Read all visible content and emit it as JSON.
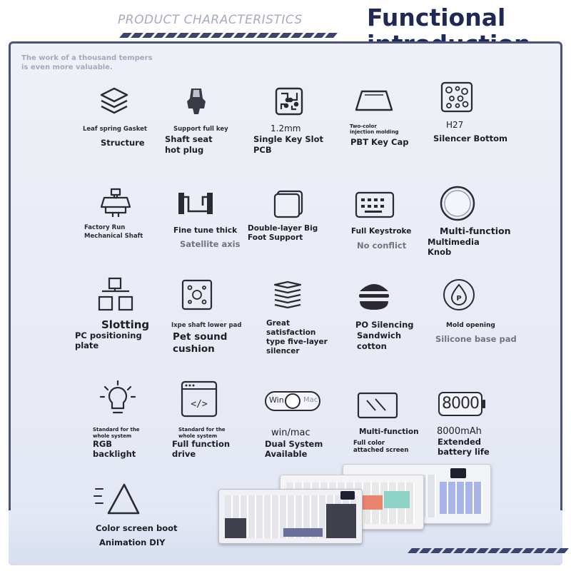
{
  "header": {
    "product_characteristics": "PRODUCT CHARACTERISTICS",
    "title_line1": "Functional",
    "title_line2": "introduction",
    "tagline_line1": "The work of a thousand tempers",
    "tagline_line2": "is even more valuable."
  },
  "features": {
    "leaf_spring": {
      "small": "Leaf spring Gasket",
      "main": "Structure",
      "icon": "layers-icon"
    },
    "hot_plug": {
      "small": "Support full key",
      "line1": "Shaft seat",
      "line2": "hot plug",
      "icon": "switch-pin-icon"
    },
    "pcb": {
      "top": "1.2mm",
      "line1": "Single Key Slot",
      "line2": "PCB",
      "icon": "circuit-icon"
    },
    "pbt": {
      "small1": "Two-color",
      "small2": "injection molding",
      "main": "PBT Key Cap",
      "icon": "keycap-icon"
    },
    "silencer": {
      "top": "H27",
      "main": "Silencer Bottom",
      "icon": "dots-pad-icon"
    },
    "mech_shaft": {
      "line1": "Factory Run",
      "line2": "Mechanical Shaft",
      "icon": "mechanical-switch-icon"
    },
    "satellite": {
      "line1": "Fine tune thick",
      "line2": "Satellite axis",
      "icon": "stabilizer-icon"
    },
    "foot": {
      "line1": "Double-layer Big",
      "line2": "Foot Support",
      "icon": "foot-support-icon"
    },
    "keystroke": {
      "line1": "Full Keystroke",
      "line2": "No conflict",
      "icon": "keyboard-icon"
    },
    "knob": {
      "line1": "Multi-function",
      "line2": "Multimedia",
      "line3": "Knob",
      "icon": "knob-icon"
    },
    "slotting": {
      "line1": "Slotting",
      "line2": "PC positioning",
      "line3": "plate",
      "icon": "plate-icon"
    },
    "pet": {
      "small": "Ixpe shaft lower pad",
      "line1": "Pet sound",
      "line2": "cushion",
      "icon": "pad-icon"
    },
    "five_layer": {
      "line1": "Great",
      "line2": "satisfaction",
      "line3": "type five-layer",
      "line4": "silencer",
      "icon": "stack-icon"
    },
    "po": {
      "line1": "PO Silencing",
      "line2": "Sandwich",
      "line3": "cotton",
      "icon": "sandwich-icon"
    },
    "silicone": {
      "line1": "Mold opening",
      "line2": "Silicone base pad",
      "icon": "drop-icon"
    },
    "rgb": {
      "small1": "Standard for the",
      "small2": "whole system",
      "line1": "RGB",
      "line2": "backlight",
      "icon": "bulb-icon"
    },
    "driver": {
      "small1": "Standard for the",
      "small2": "whole system",
      "line1": "Full function",
      "line2": "drive",
      "icon": "code-icon"
    },
    "dual": {
      "win": "Win",
      "mac": "Mac",
      "top": "win/mac",
      "line1": "Dual System",
      "line2": "Available",
      "icon": "toggle-icon"
    },
    "screen": {
      "line1": "Multi-function",
      "line2": "Full color",
      "line3": "attached screen",
      "icon": "screen-icon"
    },
    "battery": {
      "value": "8000",
      "top": "8000mAh",
      "line1": "Extended",
      "line2": "battery life",
      "icon": "battery-icon"
    },
    "boot": {
      "line1": "Color screen boot",
      "line2": "Animation DIY",
      "icon": "play-icon"
    }
  }
}
